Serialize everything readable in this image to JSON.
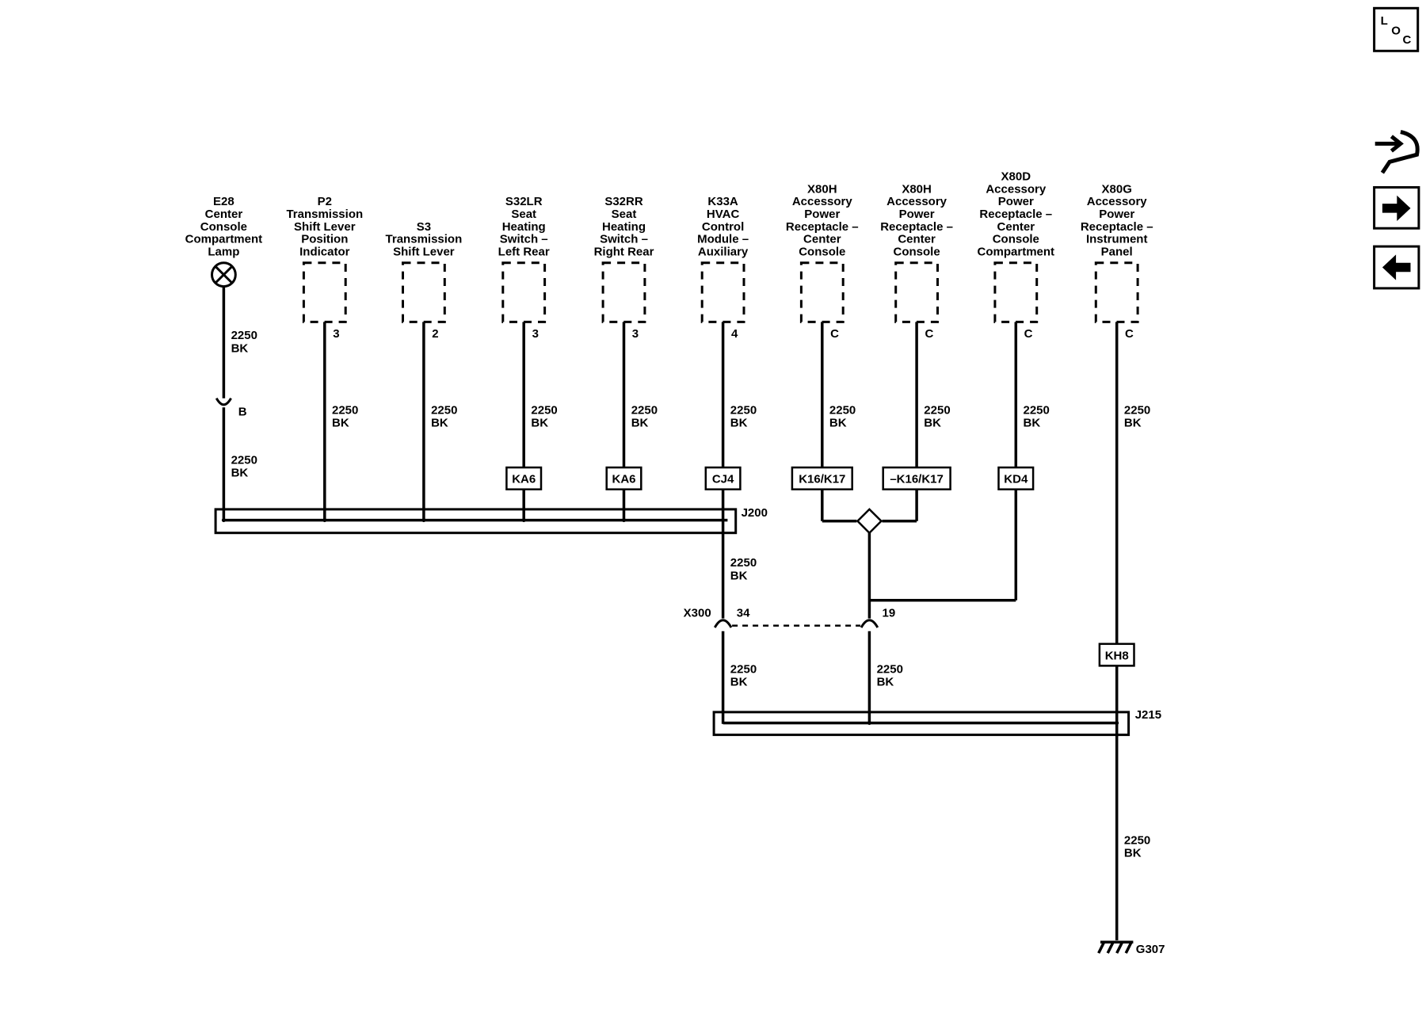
{
  "components": [
    {
      "id": "e28",
      "lines": [
        "E28",
        "Center",
        "Console",
        "Compartment",
        "Lamp"
      ],
      "pin": "",
      "option": ""
    },
    {
      "id": "p2",
      "lines": [
        "P2",
        "Transmission",
        "Shift Lever",
        "Position",
        "Indicator"
      ],
      "pin": "3",
      "option": ""
    },
    {
      "id": "s3",
      "lines": [
        "S3",
        "Transmission",
        "Shift Lever"
      ],
      "pin": "2",
      "option": ""
    },
    {
      "id": "s32lr",
      "lines": [
        "S32LR",
        "Seat",
        "Heating",
        "Switch –",
        "Left Rear"
      ],
      "pin": "3",
      "option": "KA6"
    },
    {
      "id": "s32rr",
      "lines": [
        "S32RR",
        "Seat",
        "Heating",
        "Switch –",
        "Right Rear"
      ],
      "pin": "3",
      "option": "KA6"
    },
    {
      "id": "k33a",
      "lines": [
        "K33A",
        "HVAC",
        "Control",
        "Module –",
        "Auxiliary"
      ],
      "pin": "4",
      "option": "CJ4"
    },
    {
      "id": "x80h1",
      "lines": [
        "X80H",
        "Accessory",
        "Power",
        "Receptacle –",
        "Center",
        "Console"
      ],
      "pin": "C",
      "option": "K16/K17"
    },
    {
      "id": "x80h2",
      "lines": [
        "X80H",
        "Accessory",
        "Power",
        "Receptacle –",
        "Center",
        "Console"
      ],
      "pin": "C",
      "option": "–K16/K17"
    },
    {
      "id": "x80d",
      "lines": [
        "X80D",
        "Accessory",
        "Power",
        "Receptacle –",
        "Center",
        "Console",
        "Compartment"
      ],
      "pin": "C",
      "option": "KD4"
    },
    {
      "id": "x80g",
      "lines": [
        "X80G",
        "Accessory",
        "Power",
        "Receptacle –",
        "Instrument",
        "Panel"
      ],
      "pin": "C",
      "option": ""
    }
  ],
  "wire": {
    "gauge": "2250",
    "color": "BK"
  },
  "splices": {
    "j200": "J200",
    "j215": "J215"
  },
  "connector": {
    "name": "X300",
    "pin_left": "34",
    "pin_right": "19"
  },
  "inline_b": "B",
  "option_kh8": "KH8",
  "ground": "G307",
  "nav": {
    "loc": [
      "L",
      "O",
      "C"
    ],
    "connector_icon": "connector-end-view-icon",
    "next_icon": "arrow-right-icon",
    "prev_icon": "arrow-left-icon"
  }
}
